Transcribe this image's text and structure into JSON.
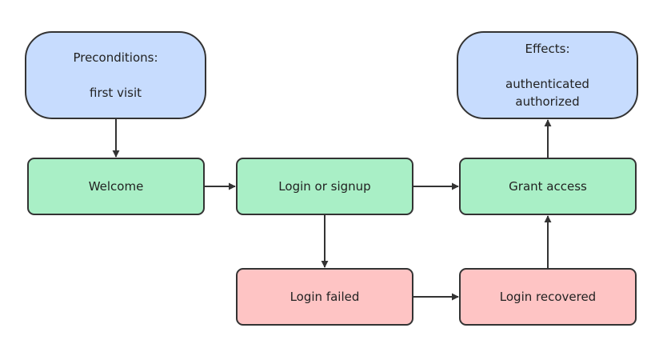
{
  "nodes": {
    "preconditions": {
      "heading": "Preconditions:",
      "items": [
        "first visit"
      ]
    },
    "effects": {
      "heading": "Effects:",
      "items": [
        "authenticated",
        "authorized"
      ]
    },
    "welcome": {
      "label": "Welcome"
    },
    "login_or_signup": {
      "label": "Login or signup"
    },
    "grant_access": {
      "label": "Grant access"
    },
    "login_failed": {
      "label": "Login failed"
    },
    "login_recovered": {
      "label": "Login recovered"
    }
  },
  "colors": {
    "condition_fill": "#c7dcfe",
    "step_fill": "#a9efc6",
    "failure_fill": "#fec4c4",
    "stroke": "#333333"
  }
}
